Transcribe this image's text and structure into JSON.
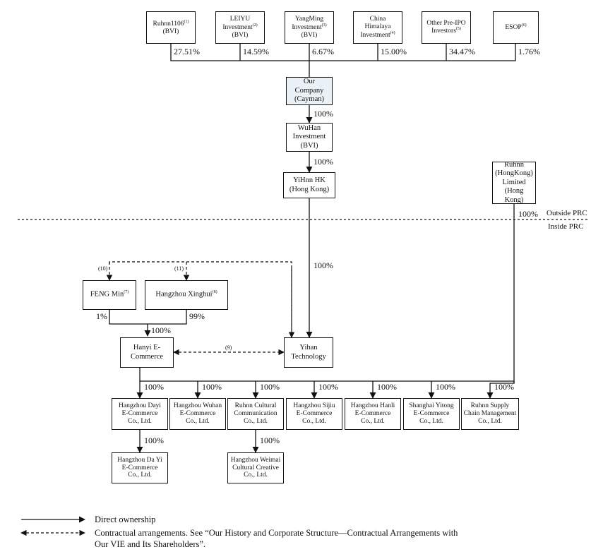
{
  "shareholders": [
    {
      "id": "ruhnn1106",
      "lines": [
        "Ruhnn1106",
        "(BVI)"
      ],
      "sup": "(1)",
      "sup_line": 0,
      "pct": "27.51%"
    },
    {
      "id": "leiyu",
      "lines": [
        "LEIYU",
        "Investment",
        "(BVI)"
      ],
      "sup": "(2)",
      "sup_line": 1,
      "pct": "14.59%"
    },
    {
      "id": "yangming",
      "lines": [
        "YangMing",
        "Investment",
        "(BVI)"
      ],
      "sup": "(3)",
      "sup_line": 1,
      "pct": "6.67%"
    },
    {
      "id": "china-himalaya",
      "lines": [
        "China",
        "Himalaya",
        "Investment"
      ],
      "sup": "(4)",
      "sup_line": 2,
      "pct": "15.00%"
    },
    {
      "id": "other-pre-ipo",
      "lines": [
        "Other Pre-IPO",
        "Investors"
      ],
      "sup": "(5)",
      "sup_line": 1,
      "pct": "34.47%"
    },
    {
      "id": "esop",
      "lines": [
        "ESOP"
      ],
      "sup": "(6)",
      "sup_line": 0,
      "pct": "1.76%"
    }
  ],
  "entities": {
    "company": [
      "Our",
      "Company",
      "(Cayman)"
    ],
    "wuhan": [
      "WuHan",
      "Investment",
      "(BVI)"
    ],
    "yihnn": [
      "YiHnn HK",
      "(Hong Kong)"
    ],
    "ruhnn_hk": [
      "Ruhnn",
      "(HongKong)",
      "Limited",
      "(Hong Kong)"
    ],
    "feng": {
      "text": "FENG Min",
      "sup": "(7)"
    },
    "xinghui": {
      "text": "Hangzhou Xinghui",
      "sup": "(8)"
    },
    "hanyi": [
      "Hanyi E-",
      "Commerce"
    ],
    "yihan": [
      "Yihan",
      "Technology"
    ]
  },
  "subsidiaries": [
    {
      "id": "dayi",
      "lines": [
        "Hangzhou Dayi",
        "E-Commerce",
        "Co., Ltd."
      ],
      "pct": "100%"
    },
    {
      "id": "wuhan-ec",
      "lines": [
        "Hangzhou Wuhan",
        "E-Commerce",
        "Co., Ltd."
      ],
      "pct": "100%"
    },
    {
      "id": "ruhnn-cultural",
      "lines": [
        "Ruhnn Cultural",
        "Communication",
        "Co., Ltd."
      ],
      "pct": "100%"
    },
    {
      "id": "sijiu",
      "lines": [
        "Hangzhou Sijiu",
        "E-Commerce",
        "Co., Ltd."
      ],
      "pct": "100%"
    },
    {
      "id": "hanli",
      "lines": [
        "Hangzhou Hanli",
        "E-Commerce",
        "Co., Ltd."
      ],
      "pct": "100%"
    },
    {
      "id": "yitong",
      "lines": [
        "Shanghai Yitong",
        "E-Commerce",
        "Co., Ltd."
      ],
      "pct": "100%"
    },
    {
      "id": "supply-chain",
      "lines": [
        "Ruhnn Supply",
        "Chain Management",
        "Co., Ltd."
      ],
      "pct": "100%"
    }
  ],
  "second_tier": [
    {
      "id": "dayi-ec",
      "lines": [
        "Hangzhou Da Yi",
        "E-Commerce",
        "Co., Ltd."
      ],
      "pct": "100%"
    },
    {
      "id": "weimai",
      "lines": [
        "Hangzhou Weimai",
        "Cultural Creative",
        "Co., Ltd."
      ],
      "pct": "100%"
    }
  ],
  "percentages": {
    "company_to_wuhan": "100%",
    "wuhan_to_yihnn": "100%",
    "yihnn_to_yihan": "100%",
    "ruhnn_hk_to_supply": "100%",
    "feng_share": "1%",
    "xinghui_share": "99%",
    "to_hanyi": "100%"
  },
  "refs": {
    "feng_ref": "(10)",
    "xinghui_ref": "(11)",
    "vie_ref": "(9)"
  },
  "divider": {
    "outside": "Outside PRC",
    "inside": "Inside PRC"
  },
  "legend": {
    "direct": "Direct ownership",
    "contractual_line1": "Contractual arrangements. See “Our History and Corporate Structure—Contractual Arrangements with",
    "contractual_line2": "Our VIE and Its Shareholders”."
  }
}
